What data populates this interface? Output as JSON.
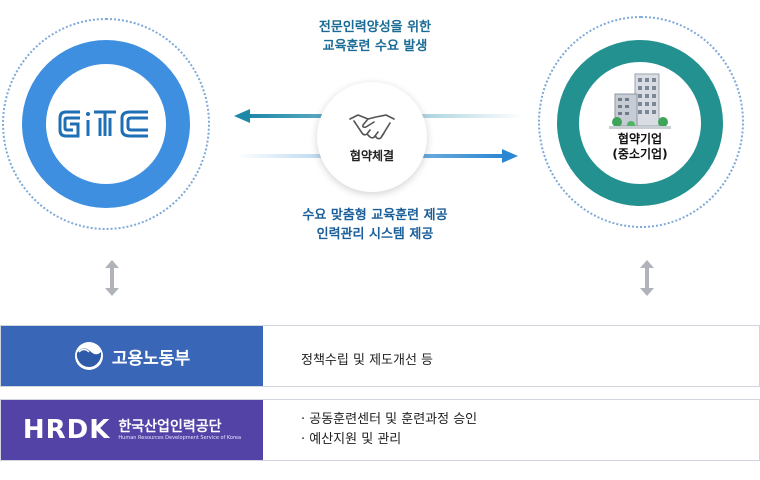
{
  "diagram": {
    "top_caption_line1": "전문인력양성을 위한",
    "top_caption_line2": "교육훈련 수요 발생",
    "bottom_caption_line1": "수요 맞춤형 교육훈련 제공",
    "bottom_caption_line2": "인력관리 시스템 제공",
    "center_label": "협약체결",
    "left_logo_text": "GiTC",
    "right_label_line1": "협약기업",
    "right_label_line2": "(중소기업)"
  },
  "bands": [
    {
      "org": "고용노동부",
      "lines": [
        "정책수립 및 제도개선 등"
      ]
    },
    {
      "org": "한국산업인력공단",
      "logo": "HRDK",
      "org_sub": "Human Resources Development Service of Korea",
      "lines": [
        "· 공동훈련센터 및 훈련과정 승인",
        "· 예산지원 및 관리"
      ]
    }
  ],
  "colors": {
    "left_ring": "#3f8fe0",
    "right_ring": "#22918f",
    "band1": "#3a66b7",
    "band2": "#5343a6",
    "arrow": "#2b87d1"
  }
}
